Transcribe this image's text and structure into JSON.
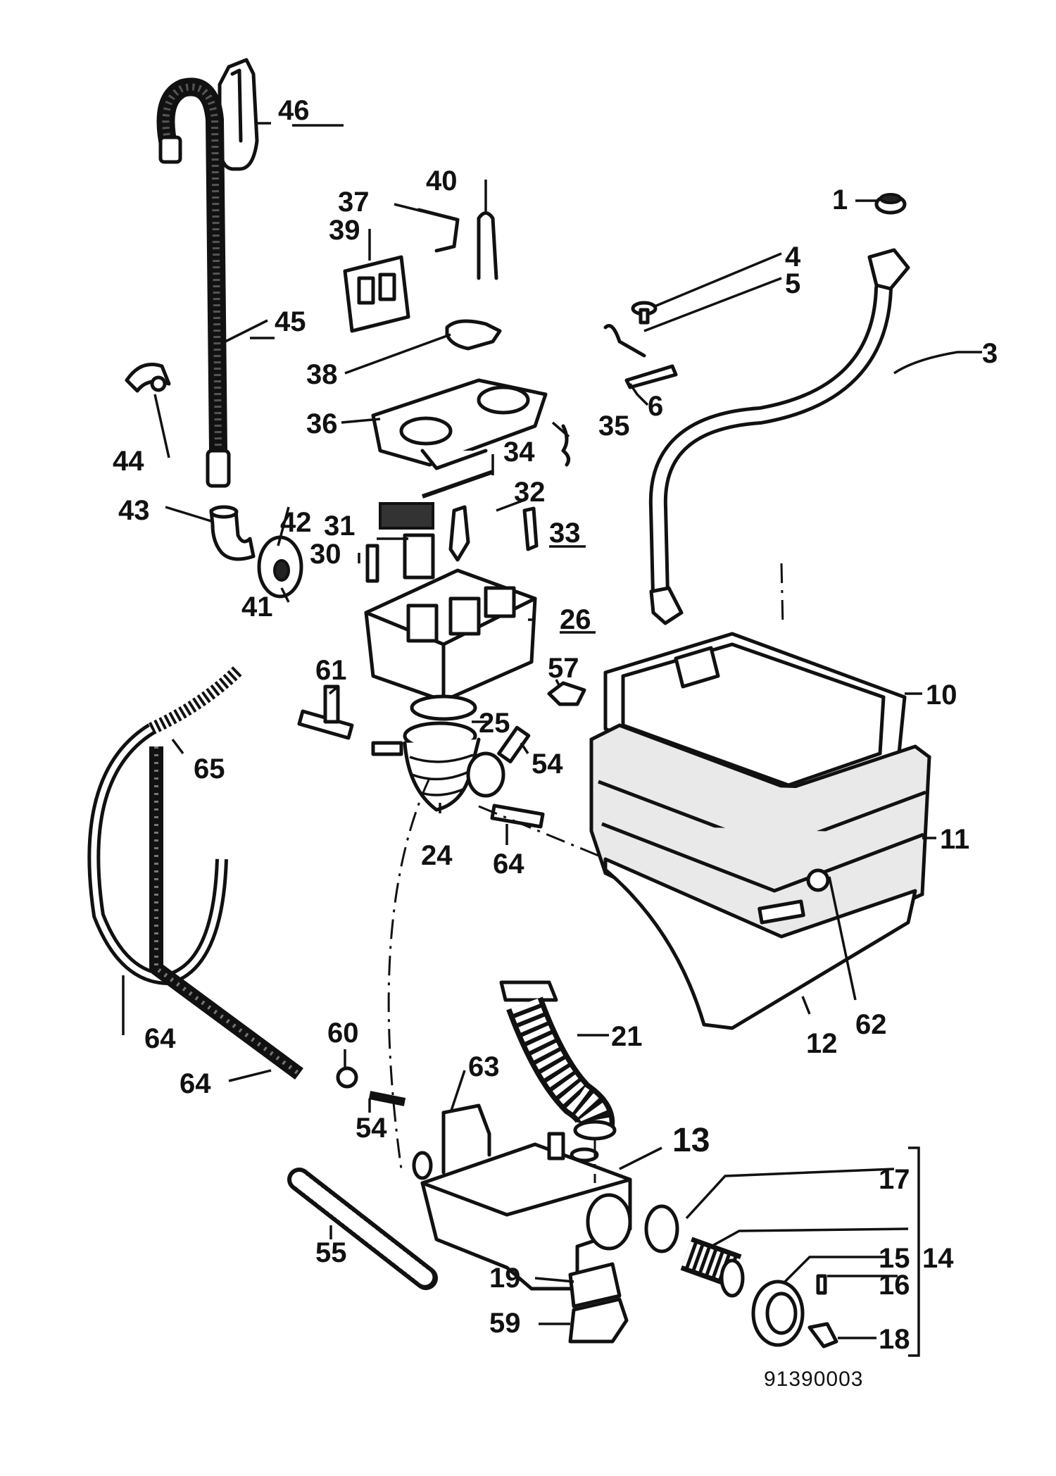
{
  "drawing_number": "91390003",
  "callouts": [
    {
      "id": "c1",
      "label": "1"
    },
    {
      "id": "c3",
      "label": "3"
    },
    {
      "id": "c4",
      "label": "4"
    },
    {
      "id": "c5",
      "label": "5"
    },
    {
      "id": "c6",
      "label": "6"
    },
    {
      "id": "c10",
      "label": "10"
    },
    {
      "id": "c11",
      "label": "11"
    },
    {
      "id": "c12",
      "label": "12"
    },
    {
      "id": "c13",
      "label": "13"
    },
    {
      "id": "c14",
      "label": "14"
    },
    {
      "id": "c15",
      "label": "15"
    },
    {
      "id": "c16",
      "label": "16"
    },
    {
      "id": "c17",
      "label": "17"
    },
    {
      "id": "c18",
      "label": "18"
    },
    {
      "id": "c19",
      "label": "19"
    },
    {
      "id": "c21",
      "label": "21"
    },
    {
      "id": "c24",
      "label": "24"
    },
    {
      "id": "c25",
      "label": "25"
    },
    {
      "id": "c26",
      "label": "26"
    },
    {
      "id": "c30",
      "label": "30"
    },
    {
      "id": "c31",
      "label": "31"
    },
    {
      "id": "c32",
      "label": "32"
    },
    {
      "id": "c33",
      "label": "33"
    },
    {
      "id": "c34",
      "label": "34"
    },
    {
      "id": "c35",
      "label": "35"
    },
    {
      "id": "c36",
      "label": "36"
    },
    {
      "id": "c37",
      "label": "37"
    },
    {
      "id": "c38",
      "label": "38"
    },
    {
      "id": "c39",
      "label": "39"
    },
    {
      "id": "c40",
      "label": "40"
    },
    {
      "id": "c41",
      "label": "41"
    },
    {
      "id": "c42",
      "label": "42"
    },
    {
      "id": "c43",
      "label": "43"
    },
    {
      "id": "c44",
      "label": "44"
    },
    {
      "id": "c45",
      "label": "45"
    },
    {
      "id": "c46",
      "label": "46"
    },
    {
      "id": "c54a",
      "label": "54"
    },
    {
      "id": "c54b",
      "label": "54"
    },
    {
      "id": "c55",
      "label": "55"
    },
    {
      "id": "c57",
      "label": "57"
    },
    {
      "id": "c59",
      "label": "59"
    },
    {
      "id": "c60",
      "label": "60"
    },
    {
      "id": "c61",
      "label": "61"
    },
    {
      "id": "c62",
      "label": "62"
    },
    {
      "id": "c63",
      "label": "63"
    },
    {
      "id": "c64a",
      "label": "64"
    },
    {
      "id": "c64b",
      "label": "64"
    },
    {
      "id": "c64c",
      "label": "64"
    },
    {
      "id": "c65",
      "label": "65"
    }
  ]
}
